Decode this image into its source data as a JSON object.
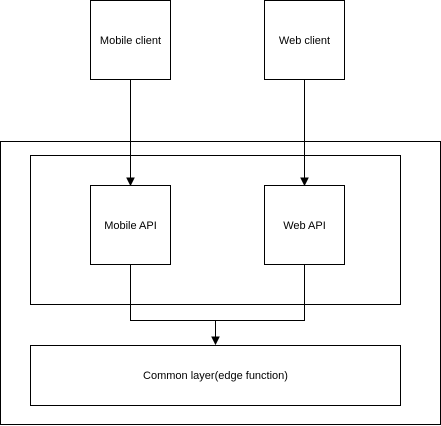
{
  "diagram": {
    "nodes": {
      "mobile_client": "Mobile client",
      "web_client": "Web client",
      "mobile_api": "Mobile API",
      "web_api": "Web API",
      "common_layer": "Common layer(edge function)"
    },
    "edges": [
      {
        "from": "mobile_client",
        "to": "mobile_api",
        "arrow": true
      },
      {
        "from": "web_client",
        "to": "web_api",
        "arrow": true
      },
      {
        "from": "mobile_api",
        "to": "common_layer",
        "arrow": true,
        "merged": true
      },
      {
        "from": "web_api",
        "to": "common_layer",
        "arrow": true,
        "merged": true
      }
    ],
    "colors": {
      "stroke": "#000000",
      "fill": "#ffffff",
      "text": "#000000"
    }
  }
}
